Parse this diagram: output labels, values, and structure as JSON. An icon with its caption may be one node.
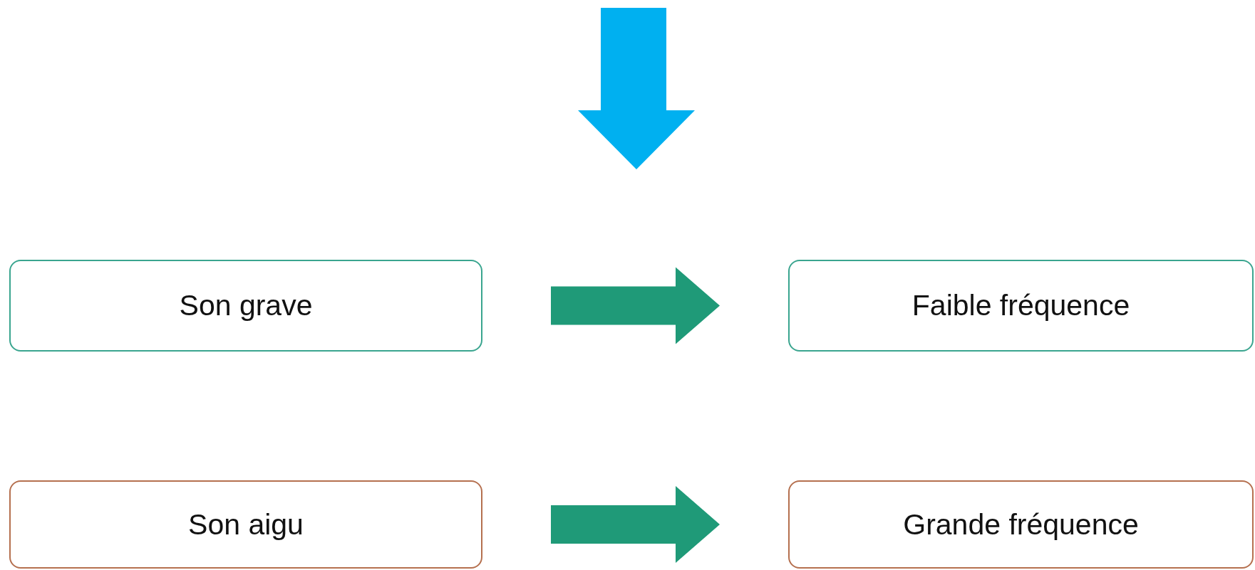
{
  "diagram": {
    "nodes": [
      {
        "text": [
          "Son grave"
        ]
      },
      {
        "text": [
          "Faible fréquence"
        ]
      },
      {
        "text": [
          "Son aigu"
        ]
      },
      {
        "text": [
          "Grande fréquence"
        ]
      }
    ],
    "edges": [
      {
        "from": 0,
        "to": 1,
        "arrow": "to",
        "style": "thick"
      },
      {
        "from": 2,
        "to": 3,
        "arrow": "to",
        "style": "thick"
      }
    ]
  }
}
